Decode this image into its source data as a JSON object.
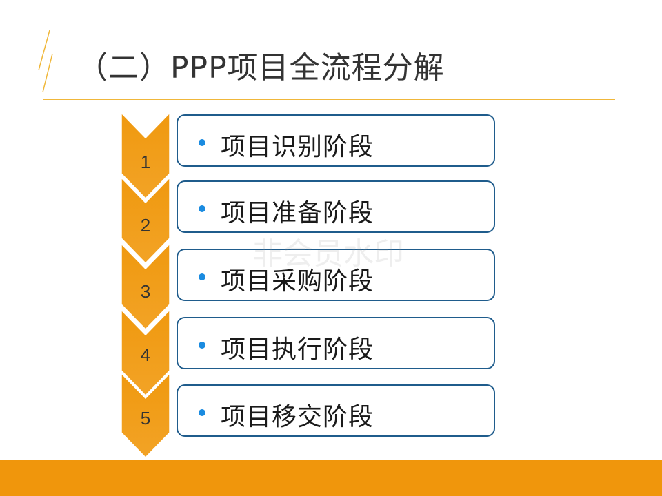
{
  "slide": {
    "title": "（二）PPP项目全流程分解",
    "watermark": "非会员水印",
    "accent_color": "#f0960c",
    "box_border_color": "#1f5c8c",
    "bullet_color": "#1a8be0"
  },
  "stages": [
    {
      "number": "1",
      "label": "项目识别阶段"
    },
    {
      "number": "2",
      "label": "项目准备阶段"
    },
    {
      "number": "3",
      "label": "项目采购阶段"
    },
    {
      "number": "4",
      "label": "项目执行阶段"
    },
    {
      "number": "5",
      "label": "项目移交阶段"
    }
  ]
}
